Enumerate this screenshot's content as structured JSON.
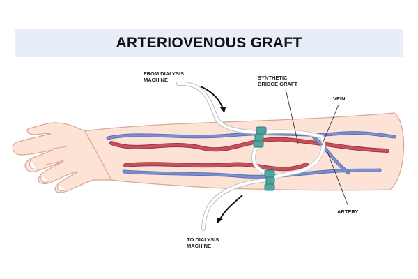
{
  "title": "ARTERIOVENOUS GRAFT",
  "labels": {
    "from_dialysis": [
      "FROM DIALYSIS",
      "MACHINE"
    ],
    "synthetic_graft": [
      "SYNTHETIC",
      "BRIDGE GRAFT"
    ],
    "vein": [
      "VEIN"
    ],
    "artery": [
      "ARTERY"
    ],
    "to_dialysis": [
      "TO DIALYSIS",
      "MACHINE"
    ]
  },
  "colors": {
    "skin": "#fde3d6",
    "skin_outline": "#d8a595",
    "vein": "#7c8fd0",
    "vein_dark": "#5b6fb5",
    "artery": "#c8505a",
    "artery_dark": "#9a3540",
    "graft": "#ffffff",
    "connector": "#4fa59f",
    "title_bg": "#e7eef8"
  }
}
